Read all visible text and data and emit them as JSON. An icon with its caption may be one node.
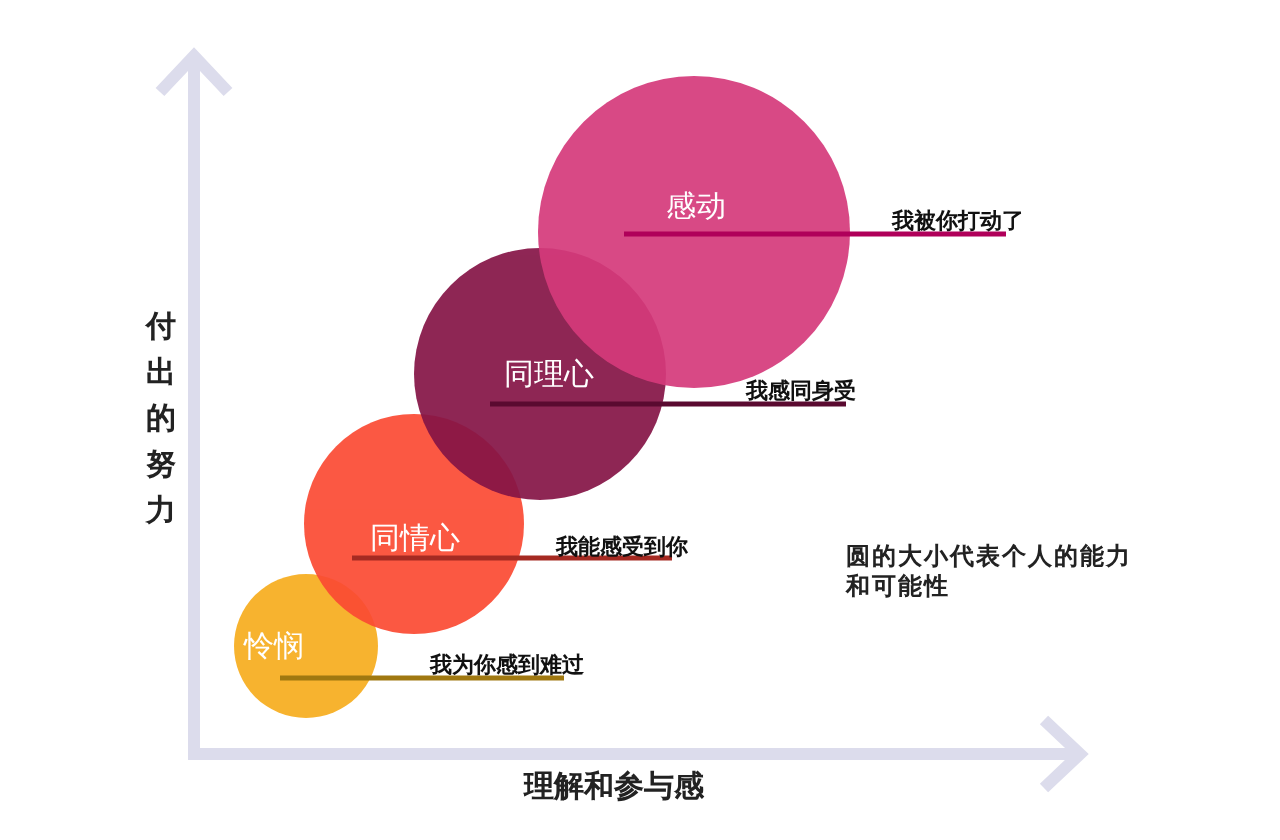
{
  "diagram": {
    "nodes": [
      {
        "text": [
          "怜悯"
        ]
      },
      {
        "text": [
          "同情心"
        ]
      },
      {
        "text": [
          "同理心"
        ]
      },
      {
        "text": [
          "感动"
        ]
      }
    ],
    "labels": [
      "我被你打动了",
      "付出的努力",
      "我感同身受",
      "我能感受到你",
      "圆的大小代表个人的能力和可能性",
      "我为你感到难过",
      "理解和参与感"
    ]
  }
}
